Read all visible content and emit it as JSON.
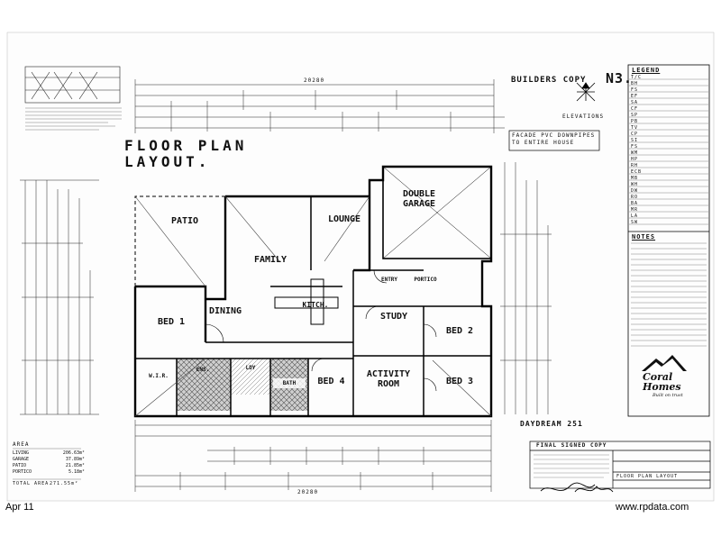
{
  "title": {
    "line1": "FLOOR PLAN",
    "line2": "LAYOUT."
  },
  "sheet_number": "N3.",
  "builders_copy": "BUILDERS COPY",
  "elevations_label": "ELEVATIONS",
  "facade_note": "FACADE PVC DOWNPIPES\nTO ENTIRE HOUSE",
  "legend": {
    "title": "LEGEND",
    "items": [
      "T/C",
      "BH",
      "FS",
      "EF",
      "SA",
      "CF",
      "SP",
      "PB",
      "TV",
      "CP",
      "SI",
      "FS",
      "WM",
      "HP",
      "RH",
      "ECB",
      "MB",
      "WH",
      "DW",
      "RO",
      "BA",
      "MR",
      "LA",
      "SW"
    ]
  },
  "notes_title": "NOTES",
  "model_name": "DAYDREAM 251",
  "final_signed_copy": "FINAL SIGNED COPY",
  "floor_plan_layout_label": "FLOOR PLAN LAYOUT",
  "brand": {
    "name_line1": "Coral",
    "name_line2": "Homes",
    "tagline": "Built on trust"
  },
  "dimensions": {
    "overall_top": "20280",
    "overall_bottom": "20280"
  },
  "rooms": {
    "patio": "PATIO",
    "family": "FAMILY",
    "lounge": "LOUNGE",
    "double_garage": "DOUBLE\nGARAGE",
    "dining": "DINING",
    "kitch": "KITCH.",
    "entry": "ENTRY",
    "portico": "PORTICO",
    "study": "STUDY",
    "bed1": "BED 1",
    "bed2": "BED 2",
    "bed3": "BED 3",
    "bed4": "BED 4",
    "activity": "ACTIVITY\nROOM",
    "wir": "W.I.R.",
    "ens": "ENS.",
    "bath": "BATH",
    "ldy": "LDY"
  },
  "areas": {
    "title": "AREA",
    "rows": [
      {
        "label": "LIVING",
        "value": "206.63m²"
      },
      {
        "label": "GARAGE",
        "value": "37.89m²"
      },
      {
        "label": "PATIO",
        "value": "21.85m²"
      },
      {
        "label": "PORTICO",
        "value": "5.18m²"
      }
    ],
    "total_label": "TOTAL AREA",
    "total_value": "271.55m²"
  },
  "footer": {
    "date": "Apr 11",
    "website": "www.rpdata.com"
  }
}
